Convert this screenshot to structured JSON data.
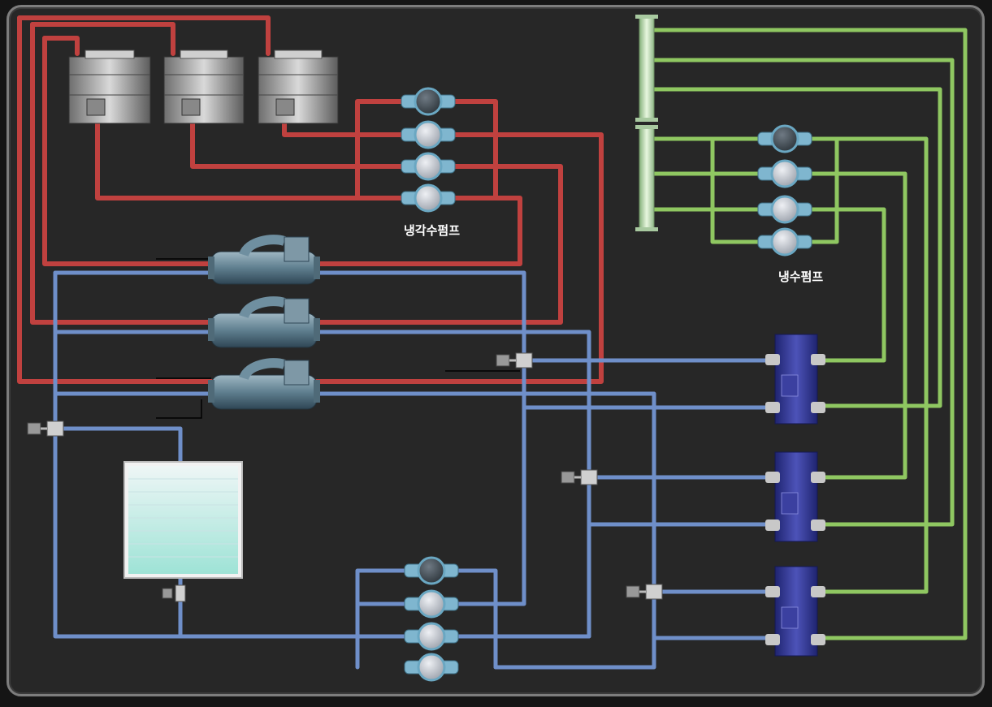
{
  "labels": {
    "cooling_water_pumps": "냉각수펌프",
    "chilled_water_pumps": "냉수펌프"
  },
  "colors": {
    "background": "#272727",
    "frame": "#7d7d7d",
    "cooling_water_pipe": "#c0413f",
    "chilled_water_pipe": "#6f8fc9",
    "chilled_supply_pipe": "#8fc761",
    "pump_body": "#7fb6cf",
    "pump_face": "#c8ccd4",
    "pump_face_running": "#3f4a52",
    "heat_exchanger": "#2a2f86",
    "header": "#bfe3b5",
    "storage_tank": "#d8eef0"
  },
  "equipment": {
    "cooling_towers": [
      "cooling-tower-1",
      "cooling-tower-2",
      "cooling-tower-3"
    ],
    "chillers": [
      "chiller-1",
      "chiller-2",
      "chiller-3"
    ],
    "cooling_water_pumps": [
      {
        "id": "cooling-water-pump-1",
        "state": "running"
      },
      {
        "id": "cooling-water-pump-2",
        "state": "stopped"
      },
      {
        "id": "cooling-water-pump-3",
        "state": "stopped"
      },
      {
        "id": "cooling-water-pump-4",
        "state": "stopped"
      }
    ],
    "chilled_water_pumps": [
      {
        "id": "chilled-water-pump-1",
        "state": "running"
      },
      {
        "id": "chilled-water-pump-2",
        "state": "stopped"
      },
      {
        "id": "chilled-water-pump-3",
        "state": "stopped"
      },
      {
        "id": "chilled-water-pump-4",
        "state": "stopped"
      }
    ],
    "secondary_pumps": [
      {
        "id": "secondary-pump-1",
        "state": "running"
      },
      {
        "id": "secondary-pump-2",
        "state": "stopped"
      },
      {
        "id": "secondary-pump-3",
        "state": "stopped"
      },
      {
        "id": "secondary-pump-4",
        "state": "stopped"
      }
    ],
    "heat_exchangers": [
      "heat-exchanger-1",
      "heat-exchanger-2",
      "heat-exchanger-3"
    ],
    "valves": [
      "control-valve-1",
      "control-valve-2",
      "control-valve-3",
      "control-valve-4",
      "control-valve-5"
    ],
    "storage_tank": "storage-tank"
  }
}
